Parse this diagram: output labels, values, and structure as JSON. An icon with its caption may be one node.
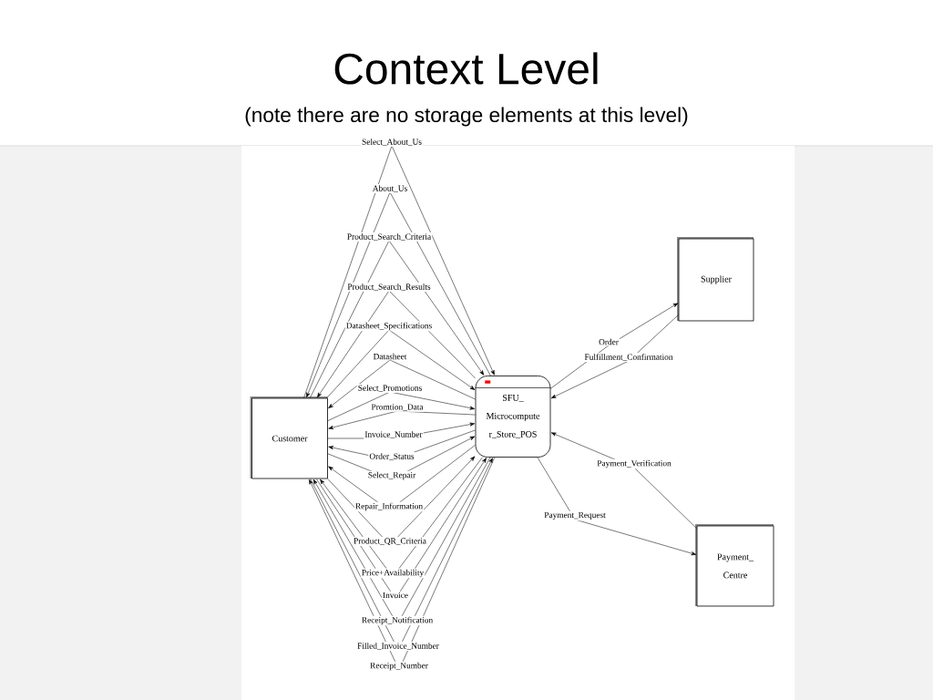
{
  "diagram": {
    "title": "Context Level",
    "nodes": [
      {
        "text": [
          "Customer"
        ]
      },
      {
        "text": [
          "SFU_ Microcompute r_Store_POS"
        ]
      },
      {
        "text": [
          "Supplier"
        ]
      },
      {
        "text": [
          "Payment_ Centre"
        ]
      }
    ],
    "edges": [
      {
        "from": 0,
        "to": 1,
        "arrow": "to",
        "label": "Select_About_Us"
      },
      {
        "from": 1,
        "to": 0,
        "arrow": "to",
        "label": "About_Us"
      },
      {
        "from": 0,
        "to": 1,
        "arrow": "to",
        "label": "Product_Search_Criteria"
      },
      {
        "from": 1,
        "to": 0,
        "arrow": "to",
        "label": "Product_Search_Results"
      },
      {
        "from": 0,
        "to": 1,
        "arrow": "to",
        "label": "Datasheet_Specifications"
      },
      {
        "from": 1,
        "to": 0,
        "arrow": "to",
        "label": "Datasheet"
      },
      {
        "from": 0,
        "to": 1,
        "arrow": "to",
        "label": "Select_Promotions"
      },
      {
        "from": 1,
        "to": 0,
        "arrow": "to",
        "label": "Promtion_Data"
      },
      {
        "from": 0,
        "to": 1,
        "arrow": "to",
        "label": "Invoice_Number"
      },
      {
        "from": 1,
        "to": 0,
        "arrow": "to",
        "label": "Order_Status"
      },
      {
        "from": 0,
        "to": 1,
        "arrow": "to",
        "label": "Select_Repair"
      },
      {
        "from": 1,
        "to": 0,
        "arrow": "to",
        "label": "Repair_Information"
      },
      {
        "from": 0,
        "to": 1,
        "arrow": "to",
        "label": "Product_QR_Criteria"
      },
      {
        "from": 1,
        "to": 0,
        "arrow": "to",
        "label": "Price+Availability"
      },
      {
        "from": 0,
        "to": 1,
        "arrow": "to",
        "label": "Invoice"
      },
      {
        "from": 1,
        "to": 0,
        "arrow": "to",
        "label": "Receipt_Notification"
      },
      {
        "from": 0,
        "to": 1,
        "arrow": "to",
        "label": "Filled_Invoice_Number"
      },
      {
        "from": 1,
        "to": 0,
        "arrow": "to",
        "label": "Receipt_Number"
      },
      {
        "from": 1,
        "to": 2,
        "arrow": "to",
        "label": "Order"
      },
      {
        "from": 2,
        "to": 1,
        "arrow": "to",
        "label": "Fulfillment_Confirmation"
      },
      {
        "from": 3,
        "to": 1,
        "arrow": "to",
        "label": "Payment_Verification"
      },
      {
        "from": 1,
        "to": 3,
        "arrow": "to",
        "label": "Payment_Request"
      }
    ],
    "labels": [
      "(note there are no storage elements at this level)"
    ]
  }
}
